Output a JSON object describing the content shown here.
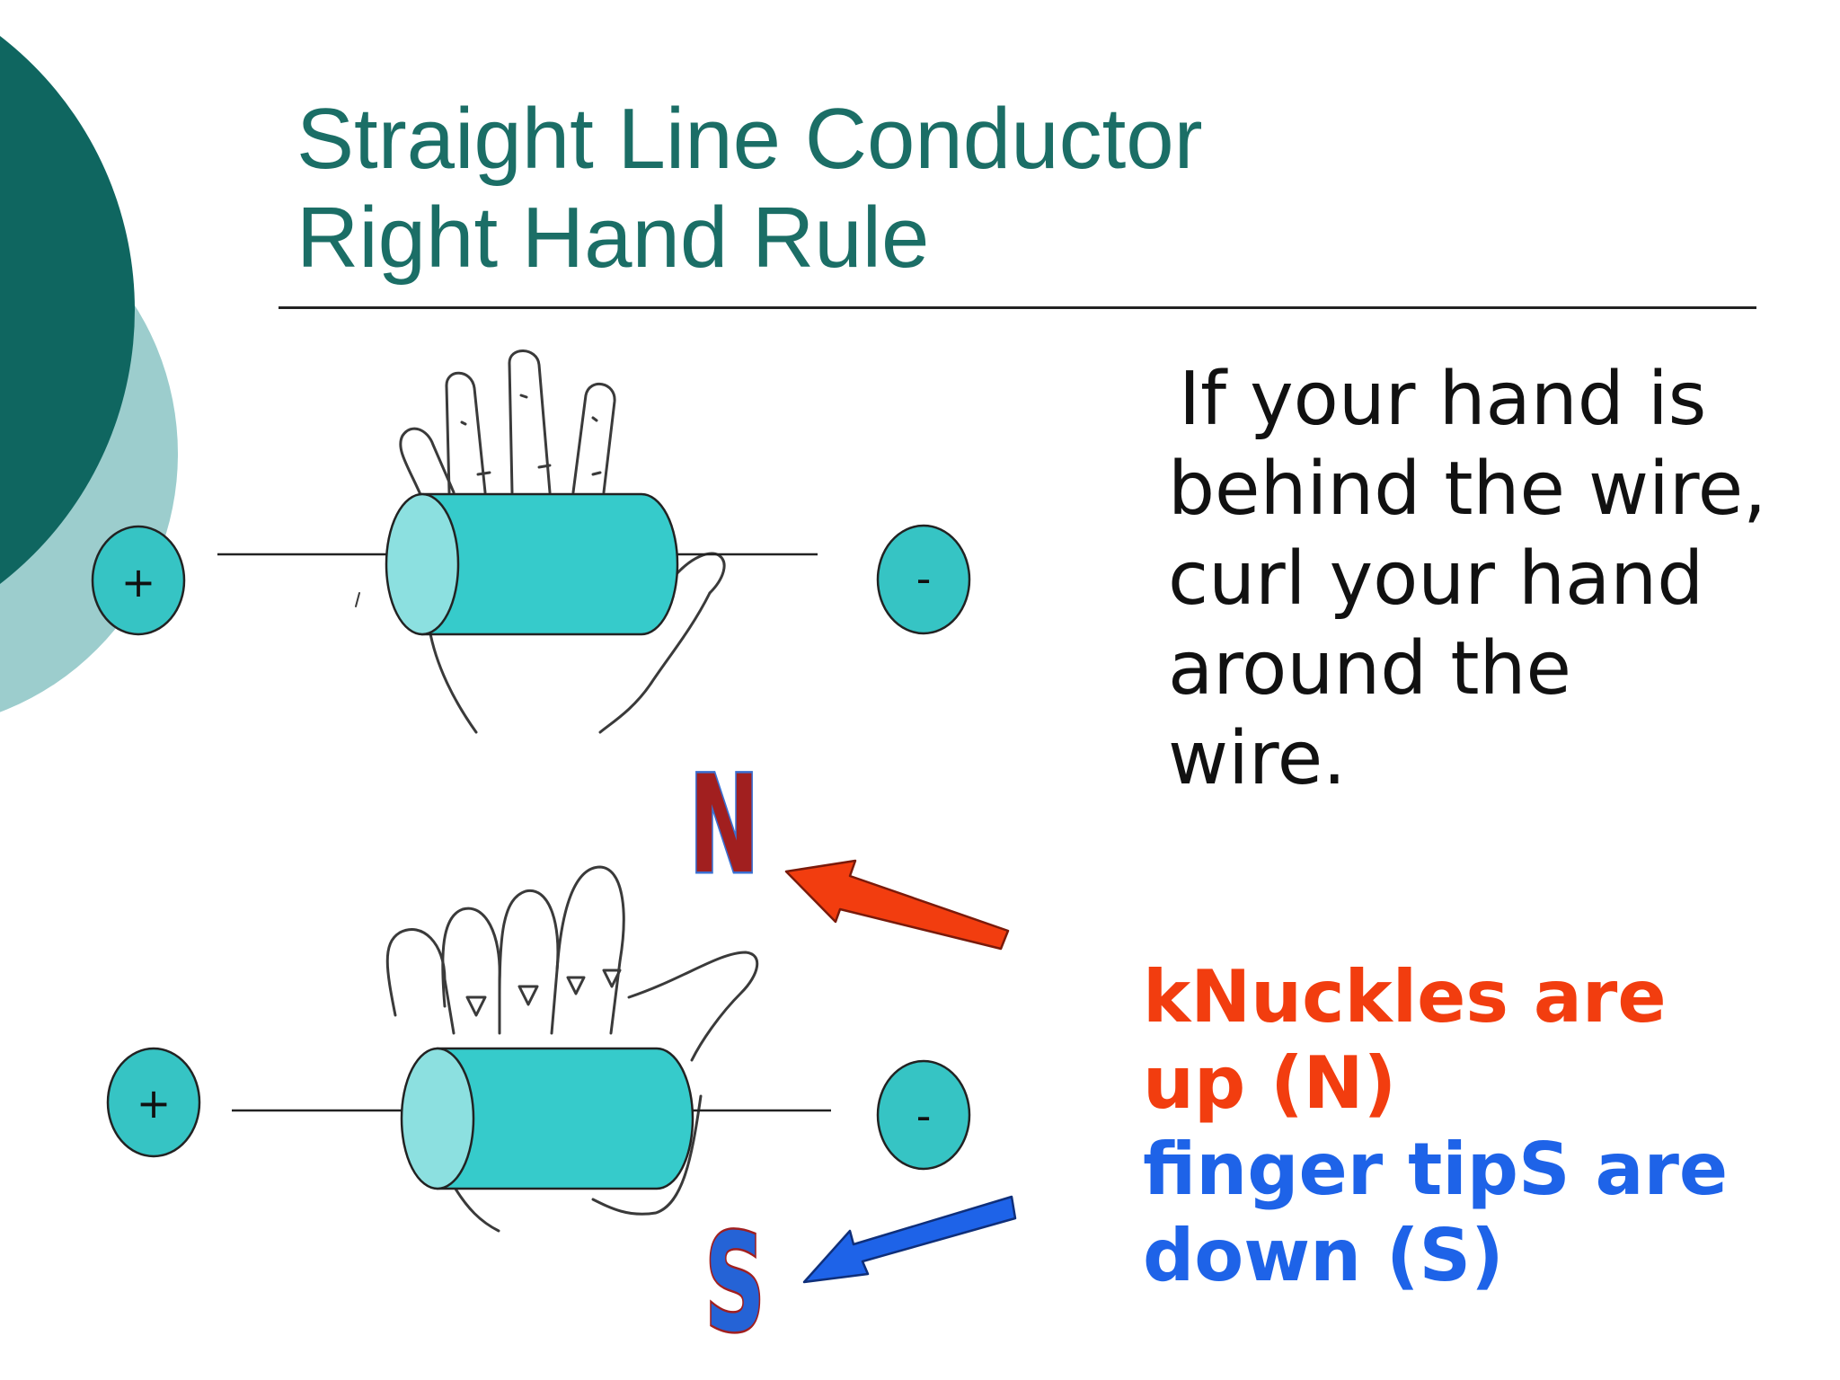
{
  "slide": {
    "title_line1": "Straight Line Conductor",
    "title_line2": "Right Hand Rule",
    "instruction_lines": [
      "If your hand is",
      "behind the wire,",
      "curl your hand",
      "around the",
      "wire."
    ],
    "knuckles_line1": "kNuckles are",
    "knuckles_line2": "up (N)",
    "fingertips_line1": "finger tipS are",
    "fingertips_line2": "down (S)"
  },
  "diagram": {
    "top": {
      "positive_label": "+",
      "negative_label": "-"
    },
    "bottom": {
      "positive_label": "+",
      "negative_label": "-"
    },
    "north_label": "N",
    "south_label": "S"
  },
  "colors": {
    "title": "#1b6e66",
    "deco_dark": "#0f6660",
    "deco_light": "#9ccdcd",
    "cylinder": "#36cbcb",
    "cylinder_end": "#8ce0e0",
    "terminal": "#36c4c4",
    "knuckles_text": "#f23d0f",
    "fingertips_text": "#1e63e8",
    "red_arrow": "#f23d0f",
    "blue_arrow": "#1e63e8"
  }
}
